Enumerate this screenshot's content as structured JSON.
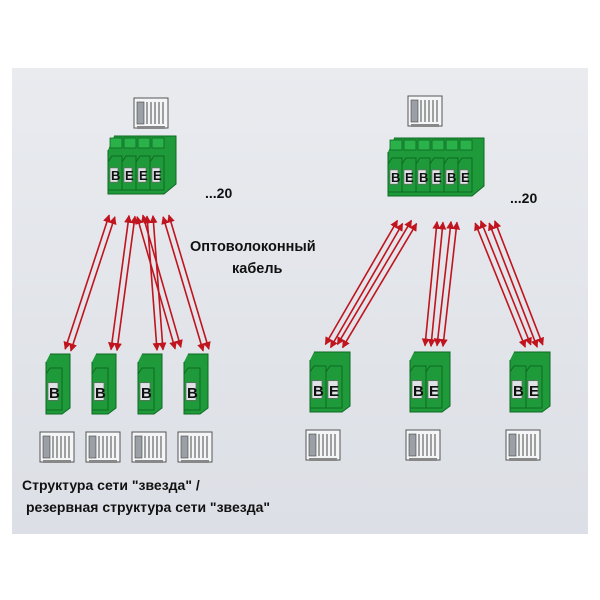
{
  "labels": {
    "left_count": "...20",
    "right_count": "...20",
    "fiber_line1": "Оптоволоконный",
    "fiber_line2": "кабель",
    "caption_line1": "Структура сети \"звезда\" /",
    "caption_line2": "резервная структура сети \"звезда\""
  },
  "module_letters": {
    "left_hub": [
      "B",
      "E",
      "E",
      "E"
    ],
    "right_hub": [
      "B",
      "E",
      "B",
      "E",
      "B",
      "E"
    ],
    "left_node": [
      "B"
    ],
    "right_node": [
      "B",
      "E"
    ]
  },
  "colors": {
    "module_green": "#1f9a3a",
    "module_dark": "#0d6a22",
    "link_red": "#c0141e",
    "device_gray": "#9aa0a6"
  }
}
